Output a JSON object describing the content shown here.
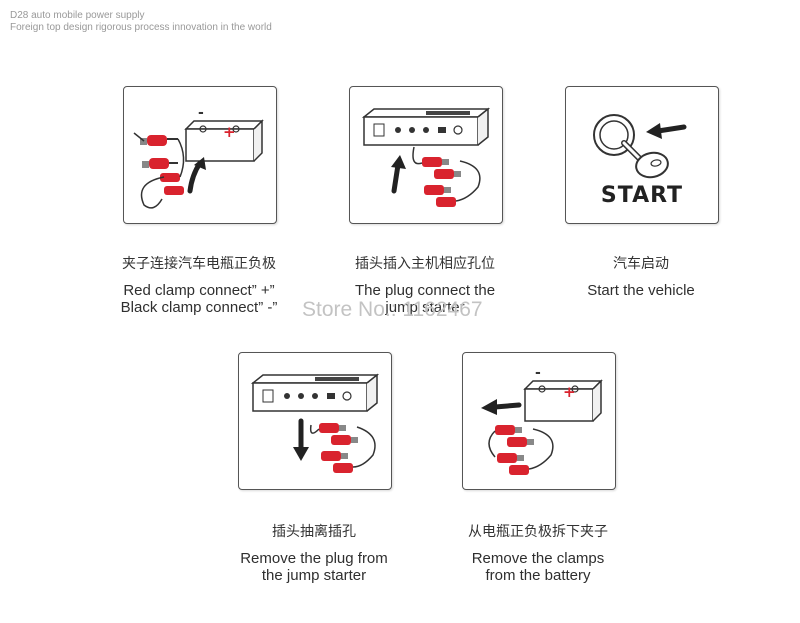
{
  "header": {
    "line1": "D28 auto mobile power supply",
    "line2": "Foreign top design rigorous process innovation in the world"
  },
  "steps": [
    {
      "zh": "夹子连接汽车电瓶正负极",
      "en1": "Red clamp connect” +”",
      "en2": "Black clamp connect” -”",
      "icons": [
        "car-battery-icon",
        "red-clamp-icon",
        "black-clamp-icon",
        "up-arrow-icon"
      ],
      "battery_minus": "-",
      "battery_plus": "+"
    },
    {
      "zh": "插头插入主机相应孔位",
      "en1": "The plug connect the",
      "en2": "jump starter",
      "icons": [
        "jump-starter-icon",
        "clamp-cable-icon",
        "up-arrow-icon"
      ]
    },
    {
      "zh": "汽车启动",
      "en1": "Start the vehicle",
      "en2": "",
      "icons": [
        "ignition-key-icon",
        "left-arrow-icon"
      ],
      "panel_label": "START"
    },
    {
      "zh": "插头抽离插孔",
      "en1": "Remove the plug from",
      "en2": "the jump starter",
      "icons": [
        "jump-starter-icon",
        "clamp-cable-icon",
        "down-arrow-icon"
      ]
    },
    {
      "zh": "从电瓶正负极拆下夹子",
      "en1": "Remove the clamps",
      "en2": "from the battery",
      "icons": [
        "car-battery-icon",
        "clamp-cable-icon",
        "left-arrow-icon"
      ],
      "battery_minus": "-",
      "battery_plus": "+"
    }
  ],
  "watermark": "Store No.: 1162467",
  "colors": {
    "clamp_red": "#d9232e",
    "line": "#333333",
    "panel_border": "#555555",
    "watermark": "#b9b9b9"
  }
}
